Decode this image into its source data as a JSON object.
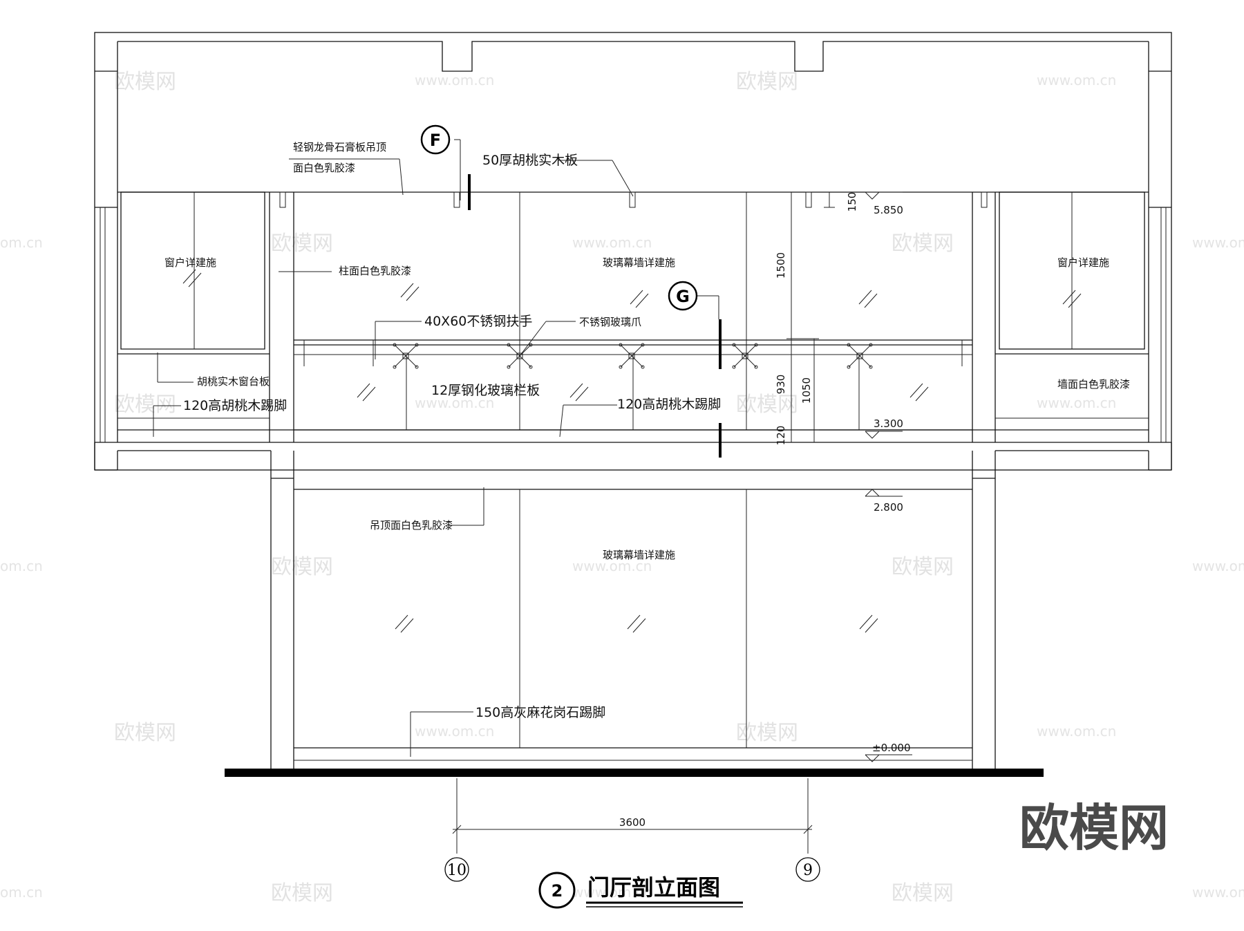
{
  "title": {
    "number": "2",
    "text": "门厅剖立面图"
  },
  "section_markers": {
    "f": "F",
    "g": "G"
  },
  "axes": {
    "left": "10",
    "right": "9"
  },
  "dimensions": {
    "overall_width": "3600",
    "d150": "150",
    "d1500": "1500",
    "d930": "930",
    "d1050": "1050",
    "d120": "120"
  },
  "elevations": {
    "e5850": "5.850",
    "e3300": "3.300",
    "e2800": "2.800",
    "e0000": "±0.000"
  },
  "labels": {
    "ceiling_1": "轻钢龙骨石膏板吊顶",
    "ceiling_2": "面白色乳胶漆",
    "walnut_board": "50厚胡桃实木板",
    "window_left": "窗户详建施",
    "window_right": "窗户详建施",
    "column_paint": "柱面白色乳胶漆",
    "curtain_wall_upper": "玻璃幕墙详建施",
    "handrail": "40X60不锈钢扶手",
    "glass_claw": "不锈钢玻璃爪",
    "sill_board": "胡桃实木窗台板",
    "skirting_left": "120高胡桃木踢脚",
    "tempered_glass": "12厚钢化玻璃栏板",
    "skirting_mid": "120高胡桃木踢脚",
    "wall_paint": "墙面白色乳胶漆",
    "ceiling_paint": "吊顶面白色乳胶漆",
    "curtain_wall_lower": "玻璃幕墙详建施",
    "granite_skirting": "150高灰麻花岗石踢脚"
  },
  "watermarks": {
    "brand": "欧模网",
    "url": "www.om.cn",
    "url_short": "om.cn"
  }
}
